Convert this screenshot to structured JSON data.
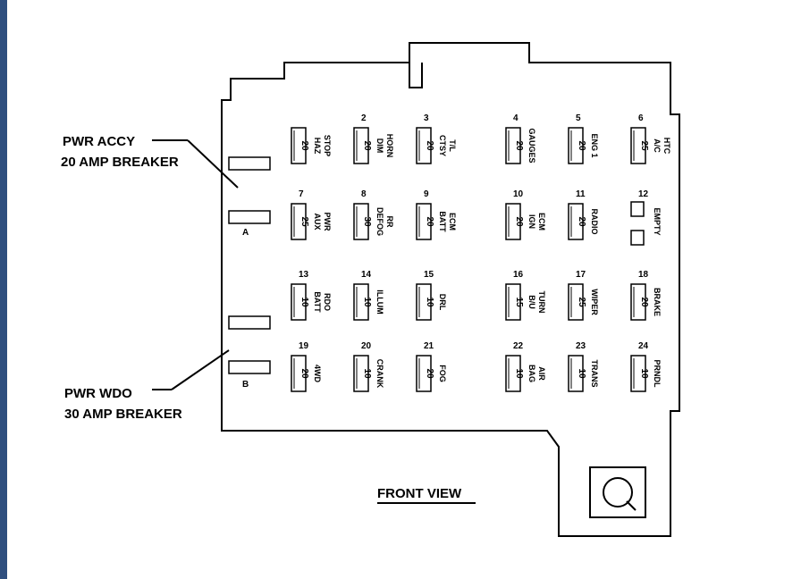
{
  "callouts": {
    "pwr_accy_line1": "PWR ACCY",
    "pwr_accy_line2": "20 AMP BREAKER",
    "pwr_wdo_line1": "PWR WDO",
    "pwr_wdo_line2": "30 AMP BREAKER"
  },
  "breaker_labels": {
    "a": "A",
    "b": "B"
  },
  "view_label": "FRONT VIEW",
  "fuses": [
    {
      "number": "",
      "amps": "20",
      "caption": [
        "STOP",
        "HAZ"
      ]
    },
    {
      "number": "2",
      "amps": "20",
      "caption": [
        "HORN",
        "DIM"
      ]
    },
    {
      "number": "3",
      "amps": "20",
      "caption": [
        "T/L",
        "CTSY"
      ]
    },
    {
      "number": "4",
      "amps": "20",
      "caption": [
        "GAUGES"
      ]
    },
    {
      "number": "5",
      "amps": "20",
      "caption": [
        "ENG 1"
      ]
    },
    {
      "number": "6",
      "amps": "25",
      "caption": [
        "HTC",
        "A/C"
      ]
    },
    {
      "number": "7",
      "amps": "25",
      "caption": [
        "PWR",
        "AUX"
      ]
    },
    {
      "number": "8",
      "amps": "30",
      "caption": [
        "RR",
        "DEFOG"
      ]
    },
    {
      "number": "9",
      "amps": "20",
      "caption": [
        "ECM",
        "BATT"
      ]
    },
    {
      "number": "10",
      "amps": "20",
      "caption": [
        "ECM",
        "IGN"
      ]
    },
    {
      "number": "11",
      "amps": "20",
      "caption": [
        "RADIO"
      ]
    },
    {
      "number": "12",
      "amps": "",
      "caption": [
        "EMPTY"
      ]
    },
    {
      "number": "13",
      "amps": "10",
      "caption": [
        "RDO",
        "BATT"
      ]
    },
    {
      "number": "14",
      "amps": "10",
      "caption": [
        "ILLUM"
      ]
    },
    {
      "number": "15",
      "amps": "10",
      "caption": [
        "DRL"
      ]
    },
    {
      "number": "16",
      "amps": "15",
      "caption": [
        "TURN",
        "B/U"
      ]
    },
    {
      "number": "17",
      "amps": "25",
      "caption": [
        "WIPER"
      ]
    },
    {
      "number": "18",
      "amps": "20",
      "caption": [
        "BRAKE"
      ]
    },
    {
      "number": "19",
      "amps": "20",
      "caption": [
        "4WD"
      ]
    },
    {
      "number": "20",
      "amps": "10",
      "caption": [
        "CRANK"
      ]
    },
    {
      "number": "21",
      "amps": "20",
      "caption": [
        "FOG"
      ]
    },
    {
      "number": "22",
      "amps": "10",
      "caption": [
        "AIR",
        "BAG"
      ]
    },
    {
      "number": "23",
      "amps": "10",
      "caption": [
        "TRANS"
      ]
    },
    {
      "number": "24",
      "amps": "10",
      "caption": [
        "PRNDL"
      ]
    }
  ]
}
